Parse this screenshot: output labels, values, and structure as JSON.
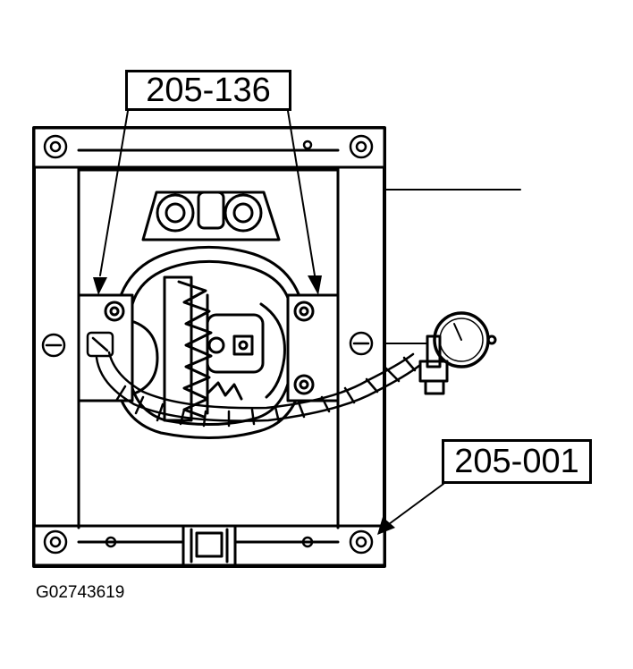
{
  "callouts": {
    "top_tool": "205-136",
    "bottom_tool": "205-001"
  },
  "figure_id": "G02743619",
  "colors": {
    "ink": "#000000",
    "paper": "#ffffff"
  }
}
